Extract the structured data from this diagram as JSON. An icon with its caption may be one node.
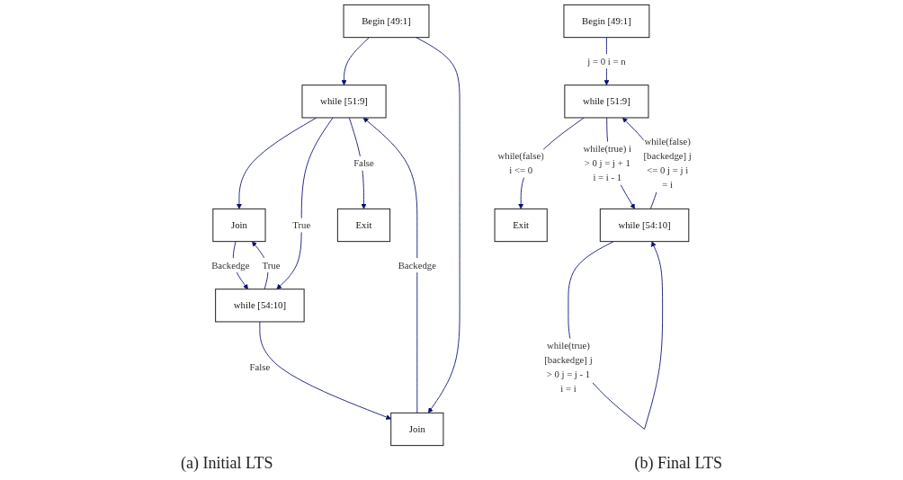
{
  "diagram": {
    "nodes": [
      {
        "text": [
          "Begin [49:1]"
        ]
      },
      {
        "text": [
          "while [51:9]"
        ]
      },
      {
        "text": [
          "while [54:10]"
        ]
      },
      {
        "text": [
          "Exit"
        ]
      },
      {
        "text": [
          "Join"
        ]
      },
      {
        "text": [
          "Join"
        ]
      },
      {
        "text": [
          "Begin [49:1]"
        ]
      },
      {
        "text": [
          "while [51:9]"
        ]
      },
      {
        "text": [
          "Exit"
        ]
      },
      {
        "text": [
          "while [54:10]"
        ]
      }
    ],
    "edges": [
      {
        "from": 0,
        "to": 1,
        "arrow": "to"
      },
      {
        "from": 0,
        "to": 5,
        "arrow": "to"
      },
      {
        "from": 1,
        "to": 4,
        "arrow": "to"
      },
      {
        "from": 1,
        "to": 2,
        "label": "True",
        "arrow": "to"
      },
      {
        "from": 1,
        "to": 3,
        "label": "False",
        "arrow": "to"
      },
      {
        "from": 2,
        "to": 4,
        "label": "True",
        "arrow": "to"
      },
      {
        "from": 2,
        "to": 5,
        "label": "False",
        "arrow": "to"
      },
      {
        "from": 4,
        "to": 2,
        "label": "Backedge",
        "arrow": "to"
      },
      {
        "from": 5,
        "to": 1,
        "label": "Backedge",
        "arrow": "to"
      },
      {
        "from": 6,
        "to": 7,
        "label": "j = 0 i = n",
        "arrow": "to"
      },
      {
        "from": 7,
        "to": 8,
        "label": "while(false) i <= 0",
        "arrow": "to"
      },
      {
        "from": 7,
        "to": 9,
        "label": "while(true) i > 0 j = j + 1 i = i - 1",
        "arrow": "to"
      },
      {
        "from": 9,
        "to": 7,
        "label": "while(false) [backedge] j <= 0 j = j i = i",
        "arrow": "to"
      },
      {
        "from": 9,
        "to": 9,
        "label": "while(true) [backedge] j > 0 j = j - 1 i = i",
        "arrow": "to"
      }
    ],
    "labels": [
      "(a) Initial LTS",
      "(b) Final LTS"
    ]
  }
}
